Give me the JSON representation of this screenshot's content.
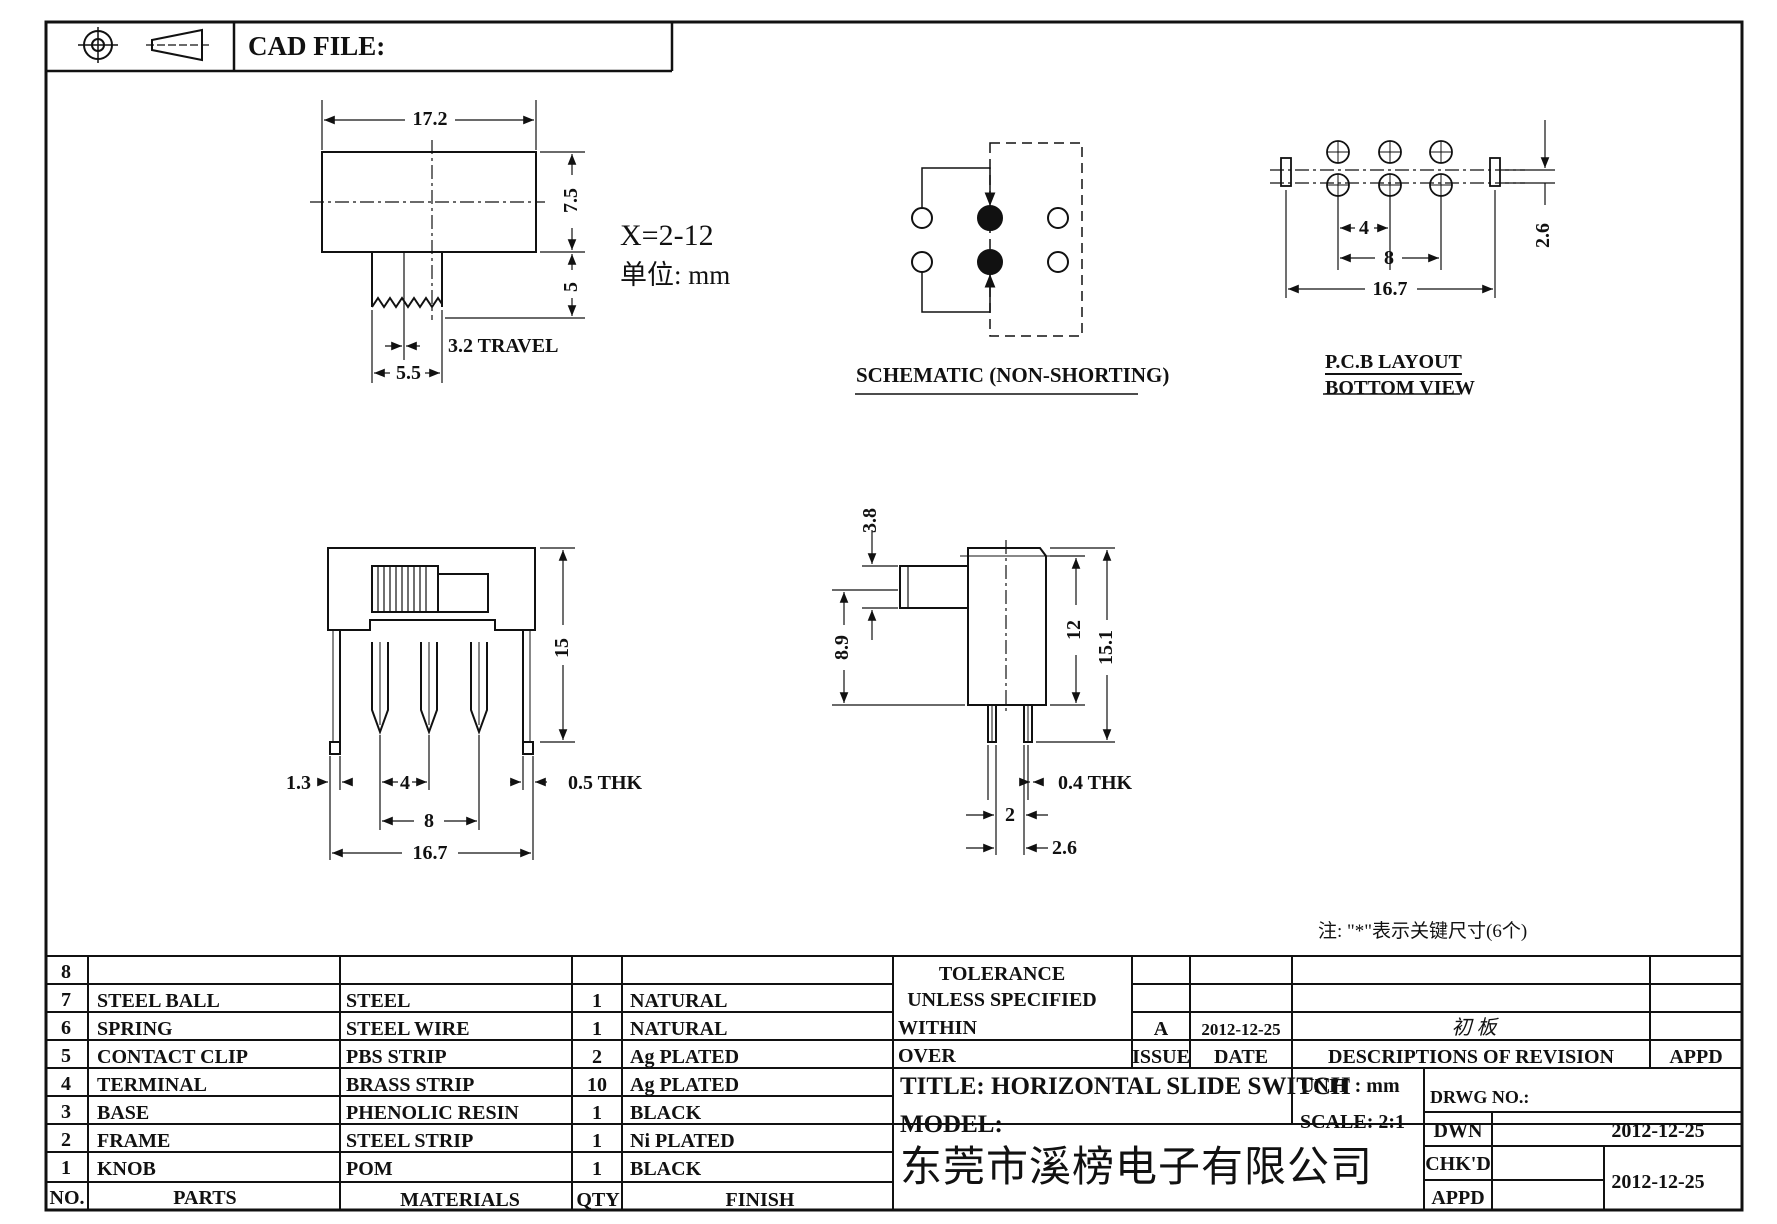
{
  "header": {
    "cad_file_label": "CAD FILE:",
    "symbols": [
      "crosshair-projection-icon",
      "cone-projection-icon"
    ]
  },
  "top_view": {
    "width": "17.2",
    "body_height": "7.5",
    "knob_height": "5",
    "knob_width": "5.5",
    "travel": "3.2 TRAVEL",
    "x_range": "X=2-12",
    "unit": "单位: mm"
  },
  "schematic": {
    "caption": "SCHEMATIC (NON-SHORTING)"
  },
  "pcb_layout": {
    "pitch": "4",
    "pitch2": "8",
    "width": "16.7",
    "row_spacing": "2.6",
    "caption_line1": "P.C.B LAYOUT",
    "caption_line2": "BOTTOM VIEW"
  },
  "front_view": {
    "height": "15",
    "side_offset": "1.3",
    "pitch": "4",
    "thickness": "0.5 THK",
    "pitch2": "8",
    "width": "16.7"
  },
  "side_view": {
    "knob_height": "3.8",
    "knob_offset": "8.9",
    "body_height": "12",
    "total_height": "15.1",
    "thickness": "0.4 THK",
    "pin_spacing": "2",
    "pin_span": "2.6"
  },
  "note": "注: \"*\"表示关键尺寸(6个)",
  "bom": {
    "rows": [
      {
        "no": "8",
        "part": "",
        "material": "",
        "qty": "",
        "finish": ""
      },
      {
        "no": "7",
        "part": "STEEL BALL",
        "material": "STEEL",
        "qty": "1",
        "finish": "NATURAL"
      },
      {
        "no": "6",
        "part": "SPRING",
        "material": "STEEL WIRE",
        "qty": "1",
        "finish": "NATURAL"
      },
      {
        "no": "5",
        "part": "CONTACT CLIP",
        "material": "PBS STRIP",
        "qty": "2",
        "finish": "Ag PLATED"
      },
      {
        "no": "4",
        "part": "TERMINAL",
        "material": "BRASS STRIP",
        "qty": "10",
        "finish": "Ag PLATED"
      },
      {
        "no": "3",
        "part": "BASE",
        "material": "PHENOLIC RESIN",
        "qty": "1",
        "finish": "BLACK"
      },
      {
        "no": "2",
        "part": "FRAME",
        "material": "STEEL STRIP",
        "qty": "1",
        "finish": "Ni PLATED"
      },
      {
        "no": "1",
        "part": "KNOB",
        "material": "POM",
        "qty": "1",
        "finish": "BLACK"
      }
    ],
    "header": {
      "no": "NO.",
      "part": "PARTS",
      "material": "MATERIALS",
      "qty": "QTY",
      "finish": "FINISH"
    }
  },
  "title_block": {
    "tolerance_l1": "TOLERANCE",
    "tolerance_l2": "UNLESS  SPECIFIED",
    "within": "WITHIN",
    "over": "OVER",
    "issue_value": "A",
    "issue_date": "2012-12-25",
    "issue_label": "ISSUE",
    "date_label": "DATE",
    "revision_desc": "初 板",
    "revision_label": "DESCRIPTIONS OF REVISION",
    "appd_label": "APPD",
    "title": "TITLE: HORIZONTAL SLIDE SWITCH",
    "unit": "UNIT : mm",
    "drwg_no": "DRWG NO.:",
    "model": "MODEL:",
    "scale": "SCALE: 2:1",
    "dwn_label": "DWN",
    "dwn_date": "2012-12-25",
    "chkd_label": "CHK'D",
    "appd2_label": "APPD",
    "chkd_date": "2012-12-25",
    "company": "东莞市溪榜电子有限公司"
  }
}
